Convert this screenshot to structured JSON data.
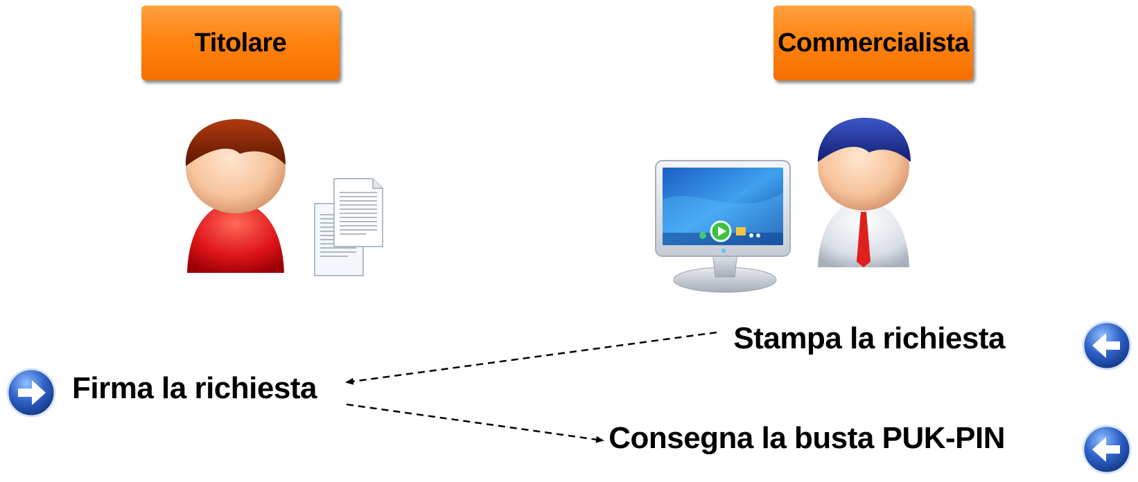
{
  "roles": {
    "titolare": "Titolare",
    "commercialista": "Commercialista"
  },
  "steps": {
    "firma": "Firma la richiesta",
    "stampa": "Stampa la richiesta",
    "consegna": "Consegna la busta PUK-PIN"
  },
  "icons": {
    "titolare_avatar": "person-red-icon",
    "documents": "documents-icon",
    "computer": "monitor-icon",
    "commercialista_avatar": "person-businessman-icon",
    "firma_arrow": "arrow-right-circle-icon",
    "stampa_arrow": "arrow-left-circle-icon",
    "consegna_arrow": "arrow-left-circle-icon"
  },
  "colors": {
    "role_box": "#ff8410",
    "arrow_icon": "#2f62c8"
  }
}
